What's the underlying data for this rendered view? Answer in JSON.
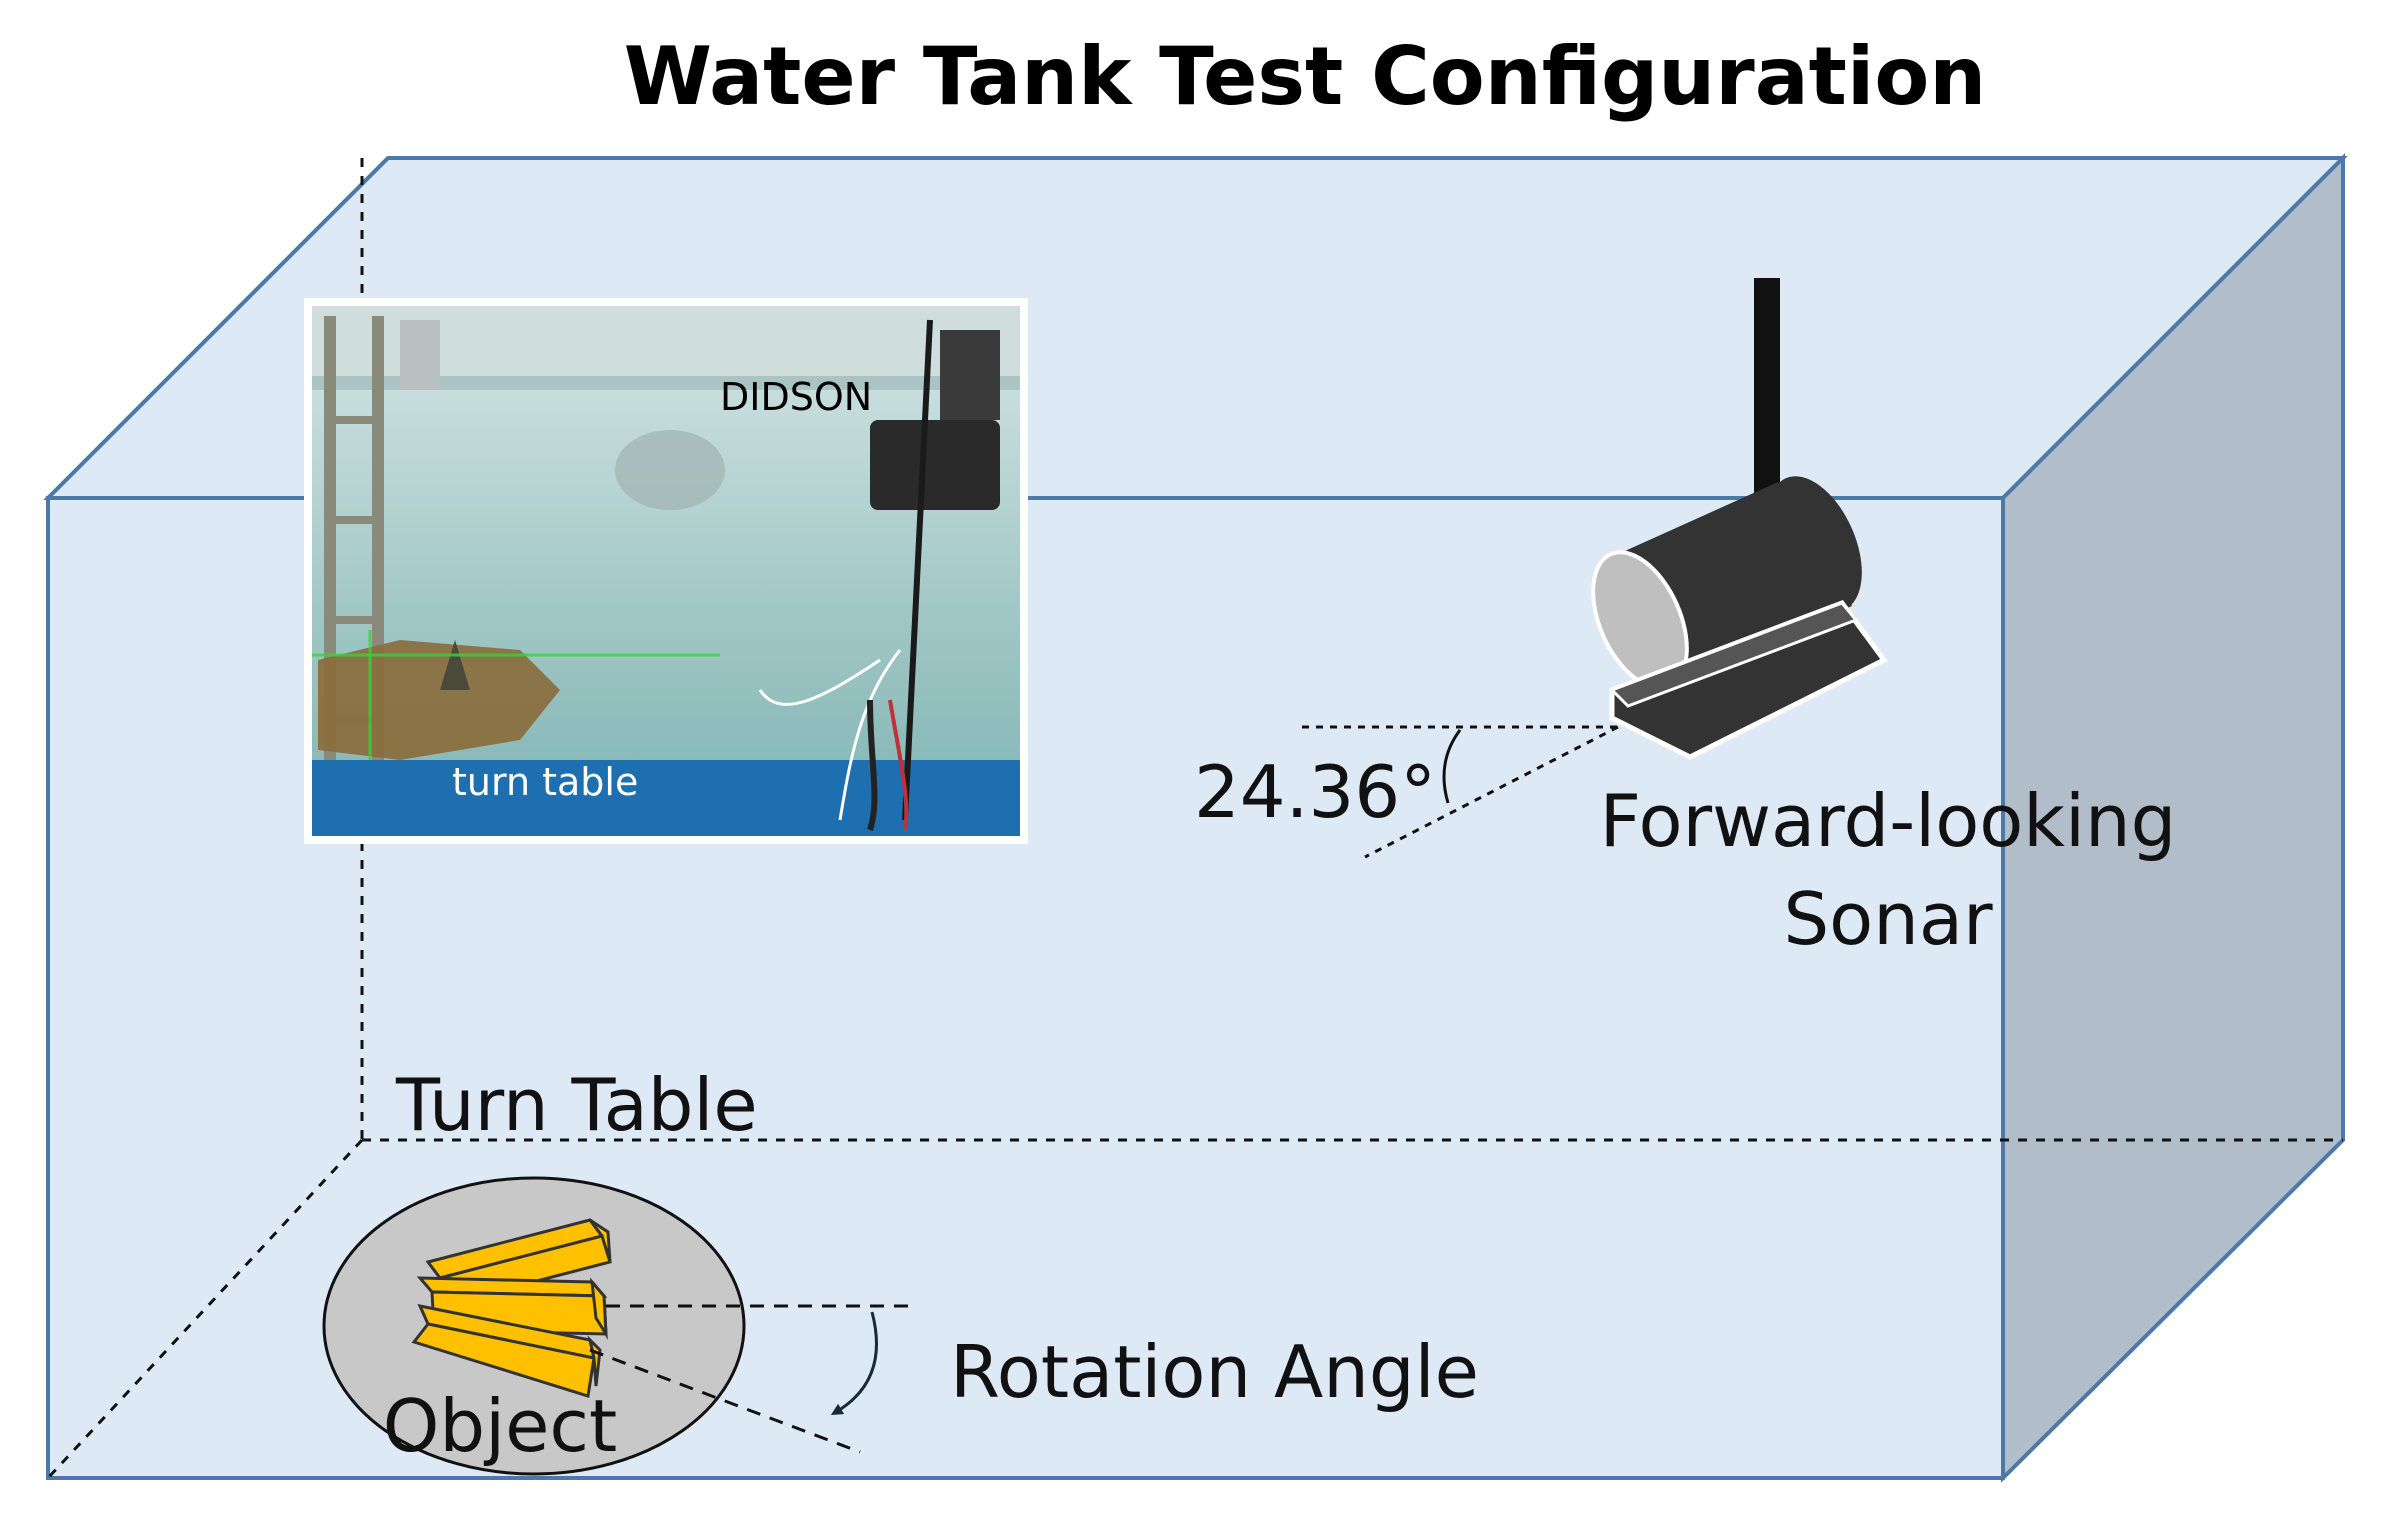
{
  "title": "Water Tank Test Configuration",
  "labels": {
    "angle": "24.36°",
    "sonar_line1": "Forward-looking",
    "sonar_line2": "Sonar",
    "turn_table": "Turn Table",
    "rotation_angle": "Rotation Angle",
    "object": "Object"
  },
  "photo": {
    "didson": "DIDSON",
    "turn_table": "turn table"
  },
  "colors": {
    "tank_face": "#dde9f5",
    "tank_side": "#b1bdc9",
    "tank_edge": "#4d79a8",
    "sonar_body": "#333333",
    "object_fill": "#ffc000",
    "turntable_fill": "#c8c8c8"
  },
  "icons": {
    "sonar": "sonar-device-icon",
    "object": "yellow-bars-object-icon"
  }
}
